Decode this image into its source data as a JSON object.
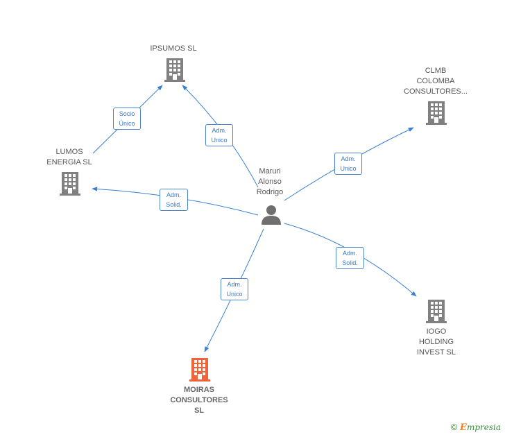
{
  "nodes": {
    "ipsumos": {
      "label": "IPSUMOS  SL"
    },
    "clmb": {
      "label": "CLMB\nCOLOMBA\nCONSULTORES..."
    },
    "lumos": {
      "label": "LUMOS\nENERGIA  SL"
    },
    "person": {
      "label": "Maruri\nAlonso\nRodrigo"
    },
    "iogo": {
      "label": "IOGO\nHOLDING\nINVEST  SL"
    },
    "moiras": {
      "label": "MOIRAS\nCONSULTORES\nSL"
    }
  },
  "edges": {
    "lumos_ipsumos": {
      "label": "Socio\nÚnico"
    },
    "person_ipsumos": {
      "label": "Adm.\nUnico"
    },
    "person_clmb": {
      "label": "Adm.\nUnico"
    },
    "person_lumos": {
      "label": "Adm.\nSolid."
    },
    "person_iogo": {
      "label": "Adm.\nSolid."
    },
    "person_moiras": {
      "label": "Adm.\nUnico"
    }
  },
  "colors": {
    "edge": "#3a7fd0",
    "building": "#808080",
    "building_main": "#f0643c",
    "person": "#6f6f6f"
  },
  "brand": {
    "symbol": "©",
    "name_initial": "E",
    "name_rest": "mpresia"
  }
}
